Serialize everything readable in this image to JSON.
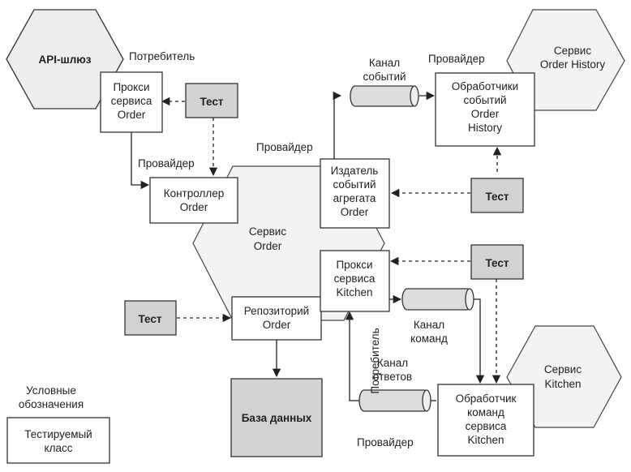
{
  "hexagons": {
    "api_gateway": "API-шлюз",
    "order_service": [
      "Сервис",
      "Order"
    ],
    "order_history_service": [
      "Сервис",
      "Order History"
    ],
    "kitchen_service": [
      "Сервис",
      "Kitchen"
    ]
  },
  "boxes": {
    "order_service_proxy": [
      "Прокси",
      "сервиса",
      "Order"
    ],
    "order_controller": [
      "Контроллер",
      "Order"
    ],
    "order_repository": [
      "Репозиторий",
      "Order"
    ],
    "aggregate_event_publisher": [
      "Издатель",
      "событий",
      "агрегата",
      "Order"
    ],
    "kitchen_service_proxy": [
      "Прокси",
      "сервиса",
      "Kitchen"
    ],
    "order_history_event_handlers": [
      "Обработчики",
      "событий",
      "Order",
      "History"
    ],
    "kitchen_command_handler": [
      "Обработчик",
      "команд",
      "сервиса",
      "Kitchen"
    ],
    "database": "База данных"
  },
  "tests": {
    "label": "Тест"
  },
  "channels": {
    "event_channel": [
      "Канал",
      "событий"
    ],
    "command_channel": [
      "Канал",
      "команд"
    ],
    "reply_channel": [
      "Канал",
      "ответов"
    ]
  },
  "labels": {
    "consumer_top": "Потребитель",
    "provider_left": "Провайдер",
    "provider_mid": "Провайдер",
    "provider_top_right": "Провайдер",
    "consumer_vertical": "Потребитель",
    "provider_bottom": "Провайдер"
  },
  "legend": {
    "title": [
      "Условные",
      "обозначения"
    ],
    "item": [
      "Тестируемый",
      "класс"
    ]
  }
}
